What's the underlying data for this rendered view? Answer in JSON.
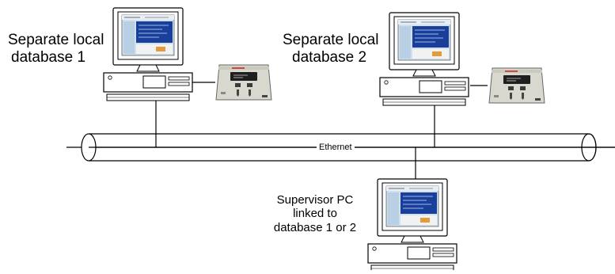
{
  "labels": {
    "db1_line1": "Separate local",
    "db1_line2": "database 1",
    "db2_line1": "Separate local",
    "db2_line2": "database 2",
    "network": "Ethernet",
    "sup_line1": "Supervisor PC",
    "sup_line2": "linked to",
    "sup_line3": "database 1 or 2"
  },
  "colors": {
    "line": "#000000",
    "monitor_body": "#ffffff",
    "screen_bg": "#cfe0ef",
    "screen_panel": "#1a3f9a",
    "screen_orange": "#e39a3a",
    "device_body": "#d8d8cf",
    "device_top": "#c9c9bd",
    "device_display": "#1f1f1f",
    "device_red": "#cc2a2a"
  },
  "icons": [
    "desktop-computer-icon",
    "control-unit-icon",
    "ethernet-bus-icon"
  ]
}
